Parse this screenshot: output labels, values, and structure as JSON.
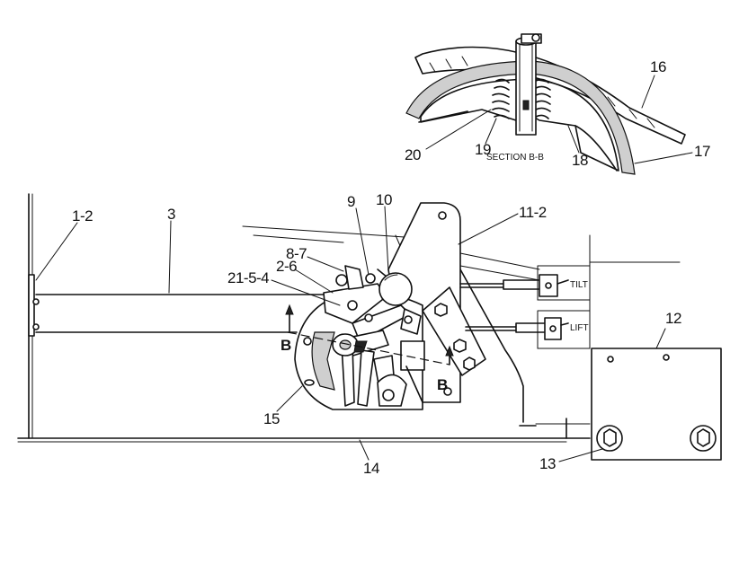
{
  "section_title": "SECTION  B-B",
  "control_tags": {
    "tilt": "TILT",
    "lift": "LIFT"
  },
  "section_markers": {
    "left": "B",
    "right": "B"
  },
  "callouts": {
    "c1_2": "1-2",
    "c3": "3",
    "c9": "9",
    "c10": "10",
    "c11_2": "11-2",
    "c8_7": "8-7",
    "c2_6": "2-6",
    "c21_5_4": "21-5-4",
    "c12": "12",
    "c13": "13",
    "c14": "14",
    "c15": "15",
    "c16": "16",
    "c17": "17",
    "c18": "18",
    "c19": "19",
    "c20": "20"
  }
}
